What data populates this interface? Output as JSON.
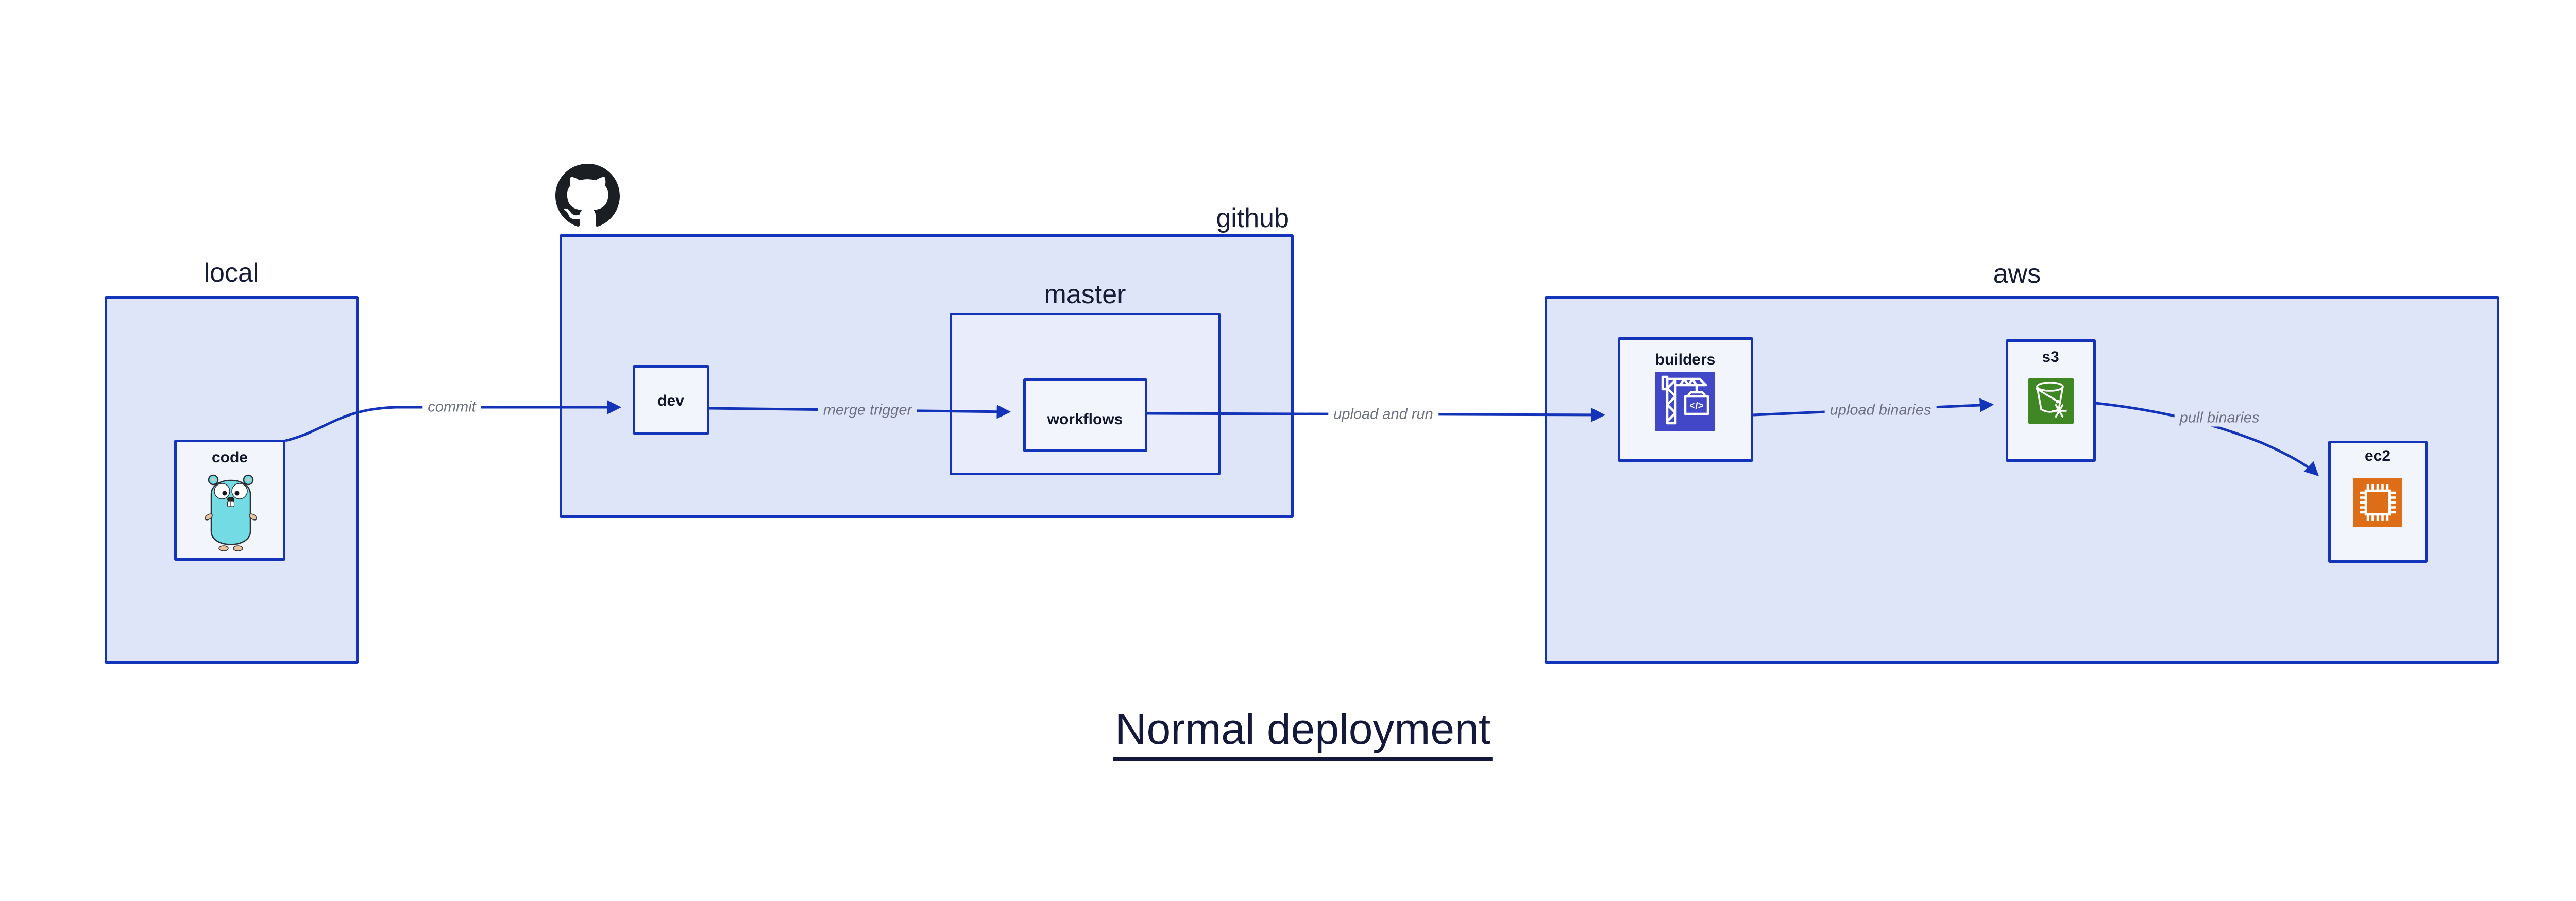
{
  "title": "Normal deployment",
  "containers": {
    "local": {
      "label": "local"
    },
    "github": {
      "label": "github",
      "logo_icon": "github-octocat"
    },
    "master": {
      "label": "master"
    },
    "aws": {
      "label": "aws"
    }
  },
  "nodes": {
    "code": {
      "label": "code",
      "icon": "go-gopher"
    },
    "dev": {
      "label": "dev"
    },
    "workflows": {
      "label": "workflows"
    },
    "builders": {
      "label": "builders",
      "icon": "aws-codebuild",
      "icon_glyph": "</>"
    },
    "s3": {
      "label": "s3",
      "icon": "aws-s3-glacier"
    },
    "ec2": {
      "label": "ec2",
      "icon": "aws-ec2"
    }
  },
  "edges": {
    "commit": {
      "from": "code",
      "to": "dev",
      "label": "commit"
    },
    "merge_trigger": {
      "from": "dev",
      "to": "workflows",
      "label": "merge trigger"
    },
    "upload_and_run": {
      "from": "workflows",
      "to": "builders",
      "label": "upload and run"
    },
    "upload_binaries": {
      "from": "builders",
      "to": "s3",
      "label": "upload binaries"
    },
    "pull_binaries": {
      "from": "s3",
      "to": "ec2",
      "label": "pull binaries"
    }
  },
  "colors": {
    "edge_blue": "#1333b8",
    "container_fill": "#dfe5f9",
    "master_fill": "#e9edfb",
    "node_fill": "#f3f5fc",
    "text_navy": "#171c38",
    "edge_label_gray": "#6e7280",
    "codebuild_purple": "#4147c6",
    "s3_green": "#3f8624",
    "ec2_orange": "#dd6e17",
    "octocat_black": "#1b1f23",
    "gopher_teal": "#73dbe4"
  }
}
